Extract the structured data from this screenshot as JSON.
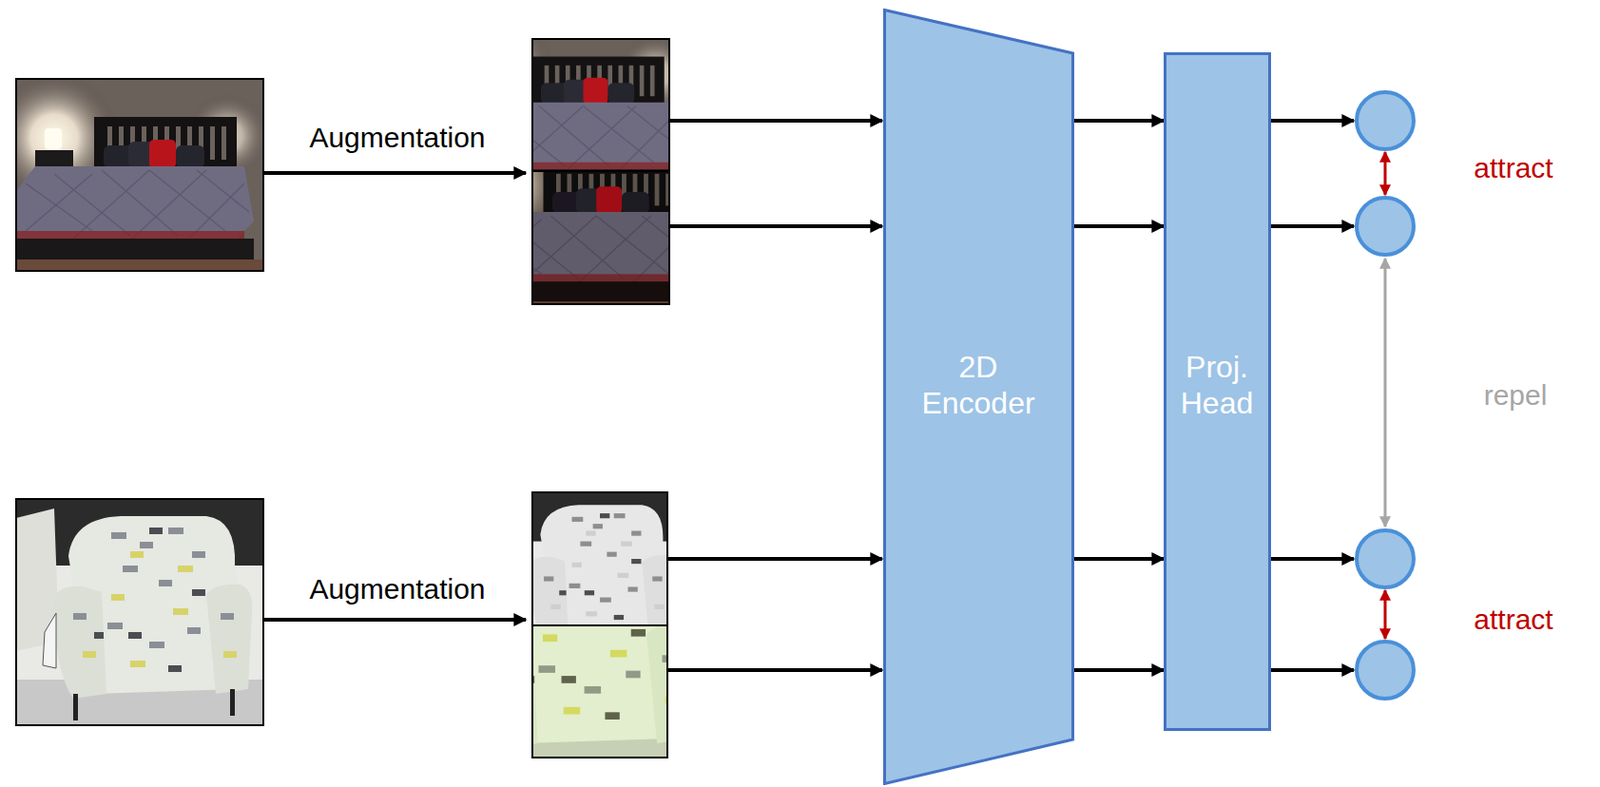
{
  "diagram": {
    "nodes": [
      {
        "text": [
          "2D Encoder"
        ]
      },
      {
        "text": [
          "Proj. Head"
        ]
      }
    ],
    "edges": [
      {
        "from": 0,
        "to": 1,
        "arrow": "to"
      },
      {
        "from": 0,
        "to": 1,
        "arrow": "to"
      },
      {
        "from": 0,
        "to": 1,
        "arrow": "to"
      },
      {
        "from": 0,
        "to": 1,
        "arrow": "to"
      }
    ],
    "labels": [
      "Augmentation",
      "attract",
      "repel",
      "Augmentation",
      "attract"
    ]
  }
}
